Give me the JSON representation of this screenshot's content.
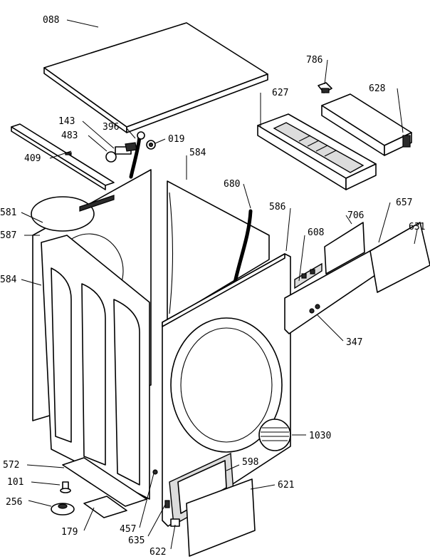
{
  "labels": {
    "p088": "088",
    "p786": "786",
    "p627": "627",
    "p628": "628",
    "p143": "143",
    "p396": "396",
    "p483": "483",
    "p019": "019",
    "p409": "409",
    "p584_top": "584",
    "p680": "680",
    "p581": "581",
    "p587": "587",
    "p584_left": "584",
    "p586": "586",
    "p706": "706",
    "p657": "657",
    "p608": "608",
    "p631": "631",
    "p347": "347",
    "p1030": "1030",
    "p572": "572",
    "p598": "598",
    "p101": "101",
    "p621": "621",
    "p256": "256",
    "p179": "179",
    "p457": "457",
    "p635": "635",
    "p622": "622"
  }
}
